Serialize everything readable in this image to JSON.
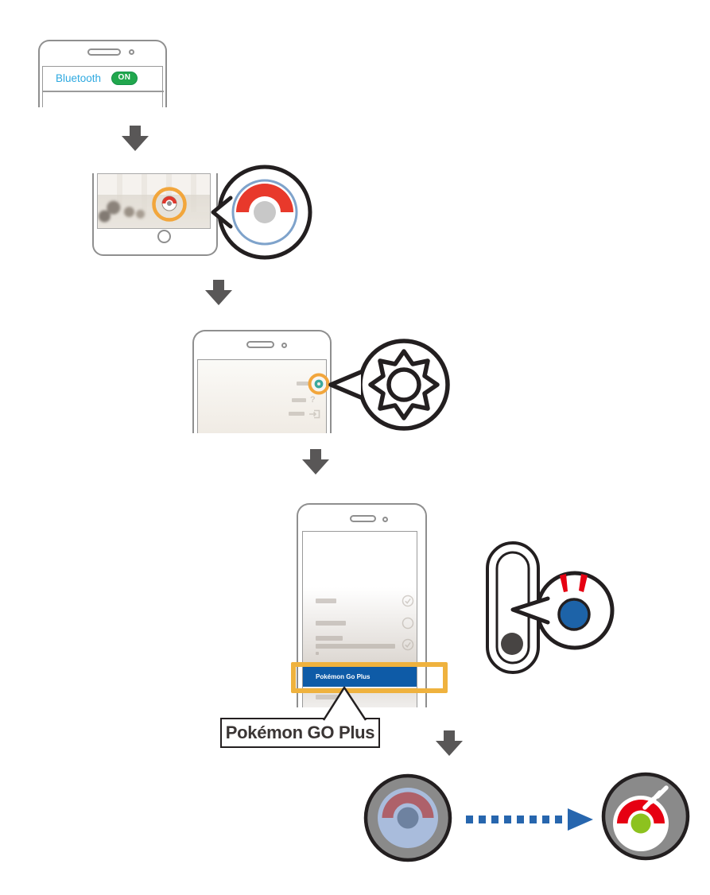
{
  "step1": {
    "bluetooth_label": "Bluetooth",
    "toggle_state": "ON",
    "bluetooth_text_color": "#2EA9E0",
    "toggle_color": "#21A74D"
  },
  "step2": {
    "highlighted_icon": "pokeball-icon",
    "highlight_color": "#F2A63C",
    "pokeball_ring_color": "#7FA3CB",
    "pokeball_red": "#E8392B"
  },
  "step3": {
    "highlighted_icon": "settings-gear-icon",
    "highlight_color": "#F2A63C",
    "gear_on_screen_color": "#3BA99C",
    "help_glyph": "?",
    "callout_icon": "gear-icon"
  },
  "step4": {
    "selected_device": "Pokémon Go Plus",
    "row_color": "#0E5BA7",
    "row_text_color": "#FFFFFF",
    "highlight_box_color": "#EFB23E",
    "callout_label": "Pokémon GO Plus",
    "device_illustration": {
      "device": "pokemon-go-plus-side-view",
      "led": "blue-led-blinking",
      "led_blue": "#1D63A8",
      "blink_mark_color": "#E60012"
    }
  },
  "step5": {
    "before_icon": "go-plus-device-unpaired-dim",
    "after_icon": "go-plus-device-paired-green-led",
    "led_green": "#8DC21F",
    "paired_red": "#E60012",
    "dotted_arrow_color": "#2766AE"
  },
  "flow": {
    "arrow_color": "#595757"
  }
}
